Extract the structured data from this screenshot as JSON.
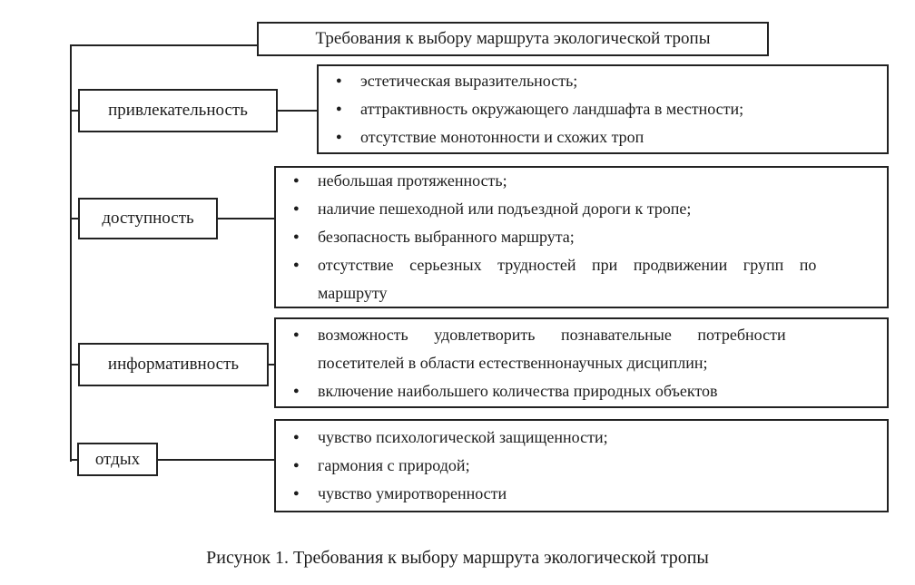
{
  "title": "Требования к выбору маршрута экологической тропы",
  "caption": "Рисунок 1. Требования к выбору маршрута экологической тропы",
  "icons": {
    "bullet": "●"
  },
  "rows": [
    {
      "category": "привлекательность",
      "items": [
        "эстетическая выразительность;",
        "аттрактивность окружающего ландшафта в местности;",
        "отсутствие монотонности  и схожих троп"
      ]
    },
    {
      "category": "доступность",
      "items": [
        "небольшая протяженность;",
        "наличие пешеходной или подъездной дороги к тропе;",
        "безопасность выбранного маршрута;",
        "отсутствие серьезных трудностей при продвижении групп по\nмаршруту"
      ]
    },
    {
      "category": "информативность",
      "items": [
        "возможность удовлетворить познавательные потребности\nпосетителей в области естественнонаучных дисциплин;",
        "включение наибольшего количества природных объектов"
      ]
    },
    {
      "category": "отдых",
      "items": [
        "чувство психологической защищенности;",
        "гармония с природой;",
        "чувство умиротворенности"
      ]
    }
  ]
}
